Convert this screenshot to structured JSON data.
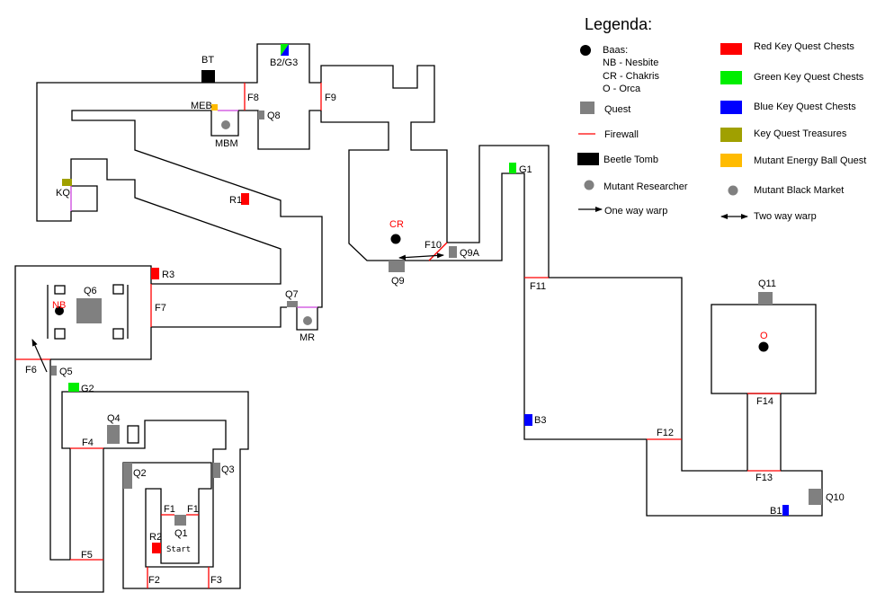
{
  "legend": {
    "title": "Legenda:",
    "bosses_header": "Baas:",
    "bosses": [
      "NB - Nesbite",
      "CR - Chakris",
      "O - Orca"
    ],
    "quest": "Quest",
    "firewall": "Firewall",
    "beetle_tomb": "Beetle Tomb",
    "mutant_researcher": "Mutant Researcher",
    "one_way_warp": "One way warp",
    "red_key_chests": "Red Key Quest Chests",
    "green_key_chests": "Green Key Quest Chests",
    "blue_key_chests": "Blue Key Quest Chests",
    "key_quest_treasures": "Key Quest Treasures",
    "mutant_energy_ball_quest": "Mutant Energy Ball Quest",
    "mutant_black_market": "Mutant Black Market",
    "two_way_warp": "Two way warp"
  },
  "colors": {
    "boss_text": "#ff0000",
    "boss_dot": "#000000",
    "quest": "#808080",
    "firewall": "#ff0000",
    "beetle_tomb": "#000000",
    "researcher": "#808080",
    "red_key": "#ff0000",
    "green_key": "#00ee00",
    "blue_key": "#0000ff",
    "key_treasure": "#a0a000",
    "energy_ball": "#ffbb00",
    "black_market": "#808080",
    "door": "#cc44dd"
  },
  "map": {
    "places": {
      "bt": "BT",
      "b2g3": "B2/G3",
      "meb": "MEB",
      "mbm": "MBM",
      "kq": "KQ",
      "mr": "MR",
      "start": "Start"
    },
    "bosses": {
      "nb": "NB",
      "cr": "CR",
      "o": "O"
    },
    "quests": {
      "q1": "Q1",
      "q2": "Q2",
      "q3": "Q3",
      "q4": "Q4",
      "q5": "Q5",
      "q6": "Q6",
      "q7": "Q7",
      "q8": "Q8",
      "q9": "Q9",
      "q9a": "Q9A",
      "q10": "Q10",
      "q11": "Q11"
    },
    "firewalls": {
      "f1": "F1",
      "f2": "F2",
      "f3": "F3",
      "f4": "F4",
      "f5": "F5",
      "f6": "F6",
      "f7": "F7",
      "f8": "F8",
      "f9": "F9",
      "f10": "F10",
      "f11": "F11",
      "f12": "F12",
      "f13": "F13",
      "f14": "F14"
    },
    "chests": {
      "r1": "R1",
      "r2": "R2",
      "r3": "R3",
      "g1": "G1",
      "g2": "G2",
      "b1": "B1",
      "b3": "B3"
    }
  }
}
